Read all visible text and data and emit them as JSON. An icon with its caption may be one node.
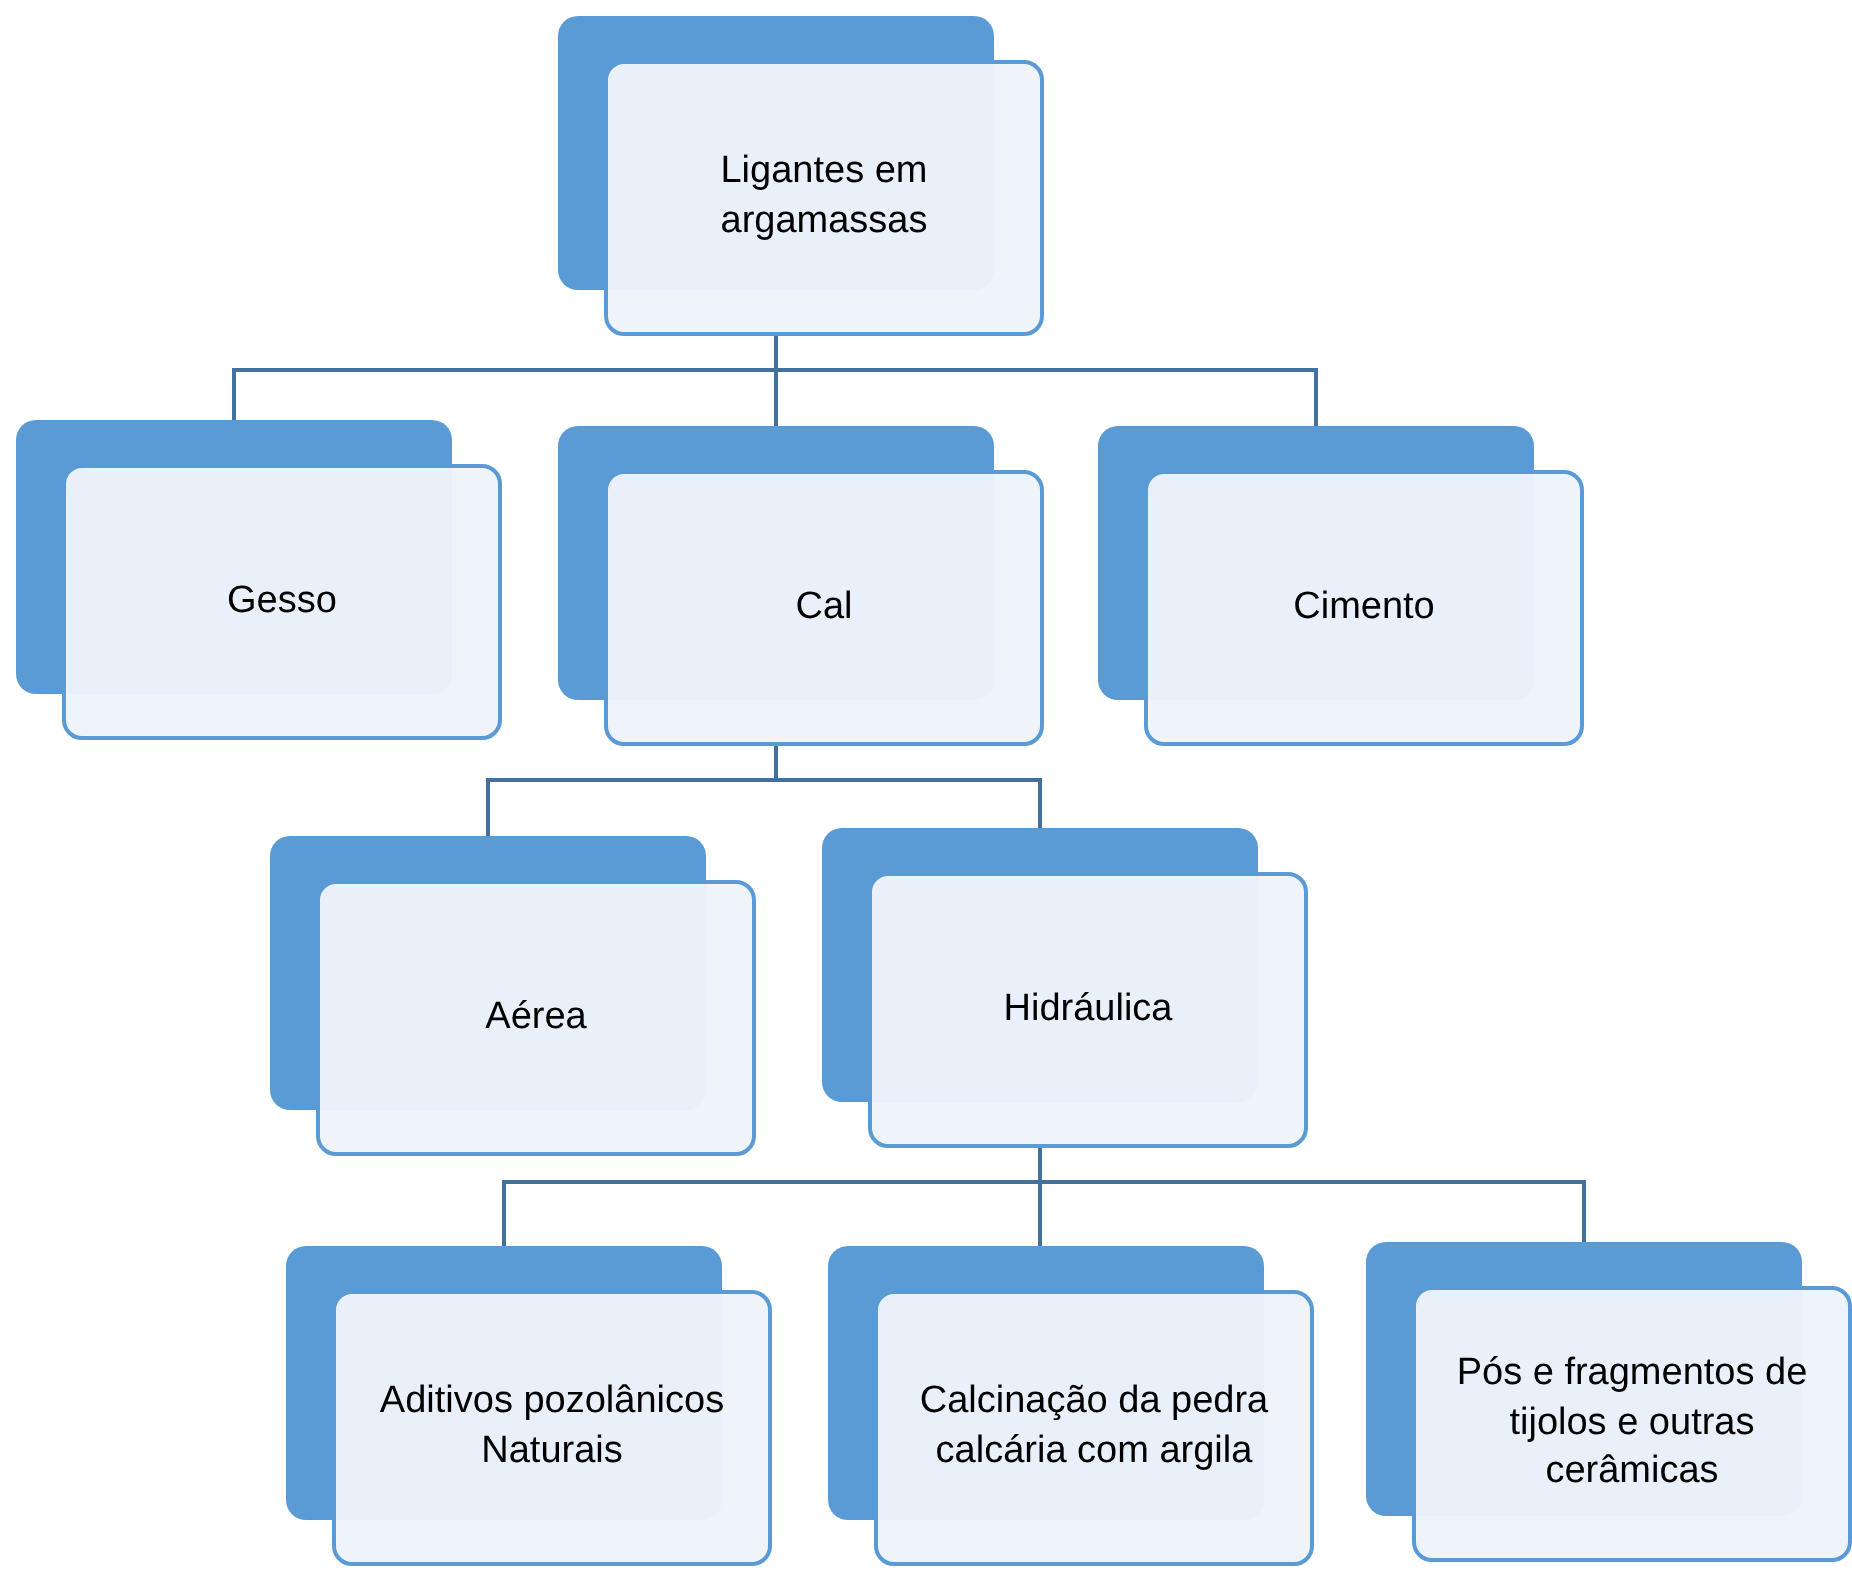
{
  "diagram": {
    "nodes": [
      {
        "text": [
          "Ligantes em argamassas"
        ]
      },
      {
        "text": [
          "Gesso"
        ]
      },
      {
        "text": [
          "Cal"
        ]
      },
      {
        "text": [
          "Cimento"
        ]
      },
      {
        "text": [
          "Aérea"
        ]
      },
      {
        "text": [
          "Hidráulica"
        ]
      },
      {
        "text": [
          "Aditivos pozolânicos Naturais"
        ]
      },
      {
        "text": [
          "Calcinação da pedra calcária com argila"
        ]
      },
      {
        "text": [
          "Pós e fragmentos de tijolos e outras cerâmicas"
        ]
      }
    ],
    "edges": [
      {
        "from": 0,
        "to": 1,
        "arrow": "none"
      },
      {
        "from": 0,
        "to": 2,
        "arrow": "none"
      },
      {
        "from": 0,
        "to": 3,
        "arrow": "none"
      },
      {
        "from": 2,
        "to": 4,
        "arrow": "none"
      },
      {
        "from": 2,
        "to": 5,
        "arrow": "none"
      },
      {
        "from": 5,
        "to": 6,
        "arrow": "none"
      },
      {
        "from": 5,
        "to": 7,
        "arrow": "none"
      },
      {
        "from": 5,
        "to": 8,
        "arrow": "none"
      }
    ]
  }
}
